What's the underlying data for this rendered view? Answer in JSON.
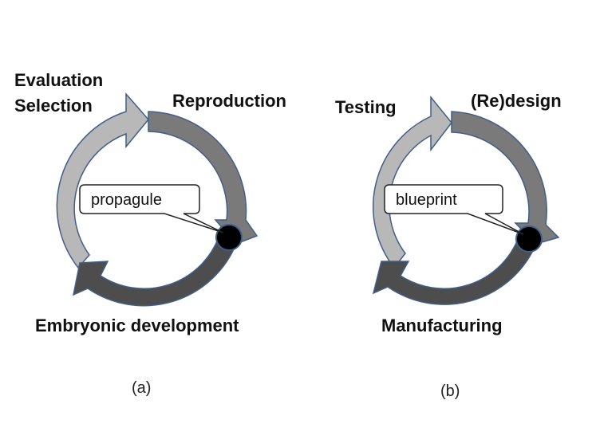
{
  "panels": [
    {
      "stages": {
        "top_left_line1": "Evaluation",
        "top_left_line2": "Selection",
        "top_right": "Reproduction",
        "bottom": "Embryonic development"
      },
      "callout": "propagule",
      "caption": "(a)"
    },
    {
      "stages": {
        "top_left": "Testing",
        "top_right": "(Re)design",
        "bottom": "Manufacturing"
      },
      "callout": "blueprint",
      "caption": "(b)"
    }
  ],
  "colors": {
    "light_arrow": "#b8b8b8",
    "mid_arrow": "#7a7a7a",
    "dark_arrow": "#4d4d4d",
    "arrow_stroke": "#3f5f8a",
    "dot": "#000000"
  }
}
